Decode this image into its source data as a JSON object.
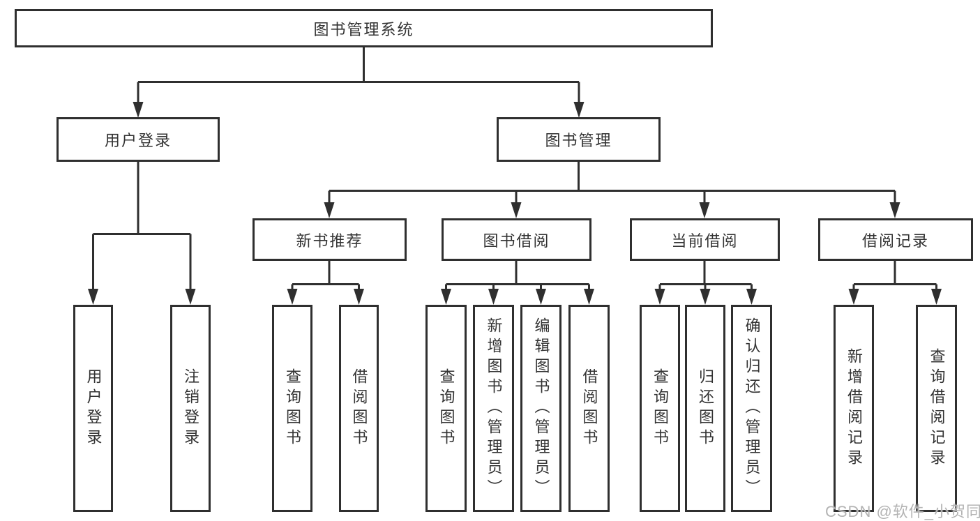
{
  "diagram_title": "图书管理系统",
  "tree": {
    "label": "图书管理系统",
    "children": [
      {
        "label": "用户登录",
        "children": [
          {
            "label": "用户登录"
          },
          {
            "label": "注销登录"
          }
        ]
      },
      {
        "label": "图书管理",
        "children": [
          {
            "label": "新书推荐",
            "children": [
              {
                "label": "查询图书"
              },
              {
                "label": "借阅图书"
              }
            ]
          },
          {
            "label": "图书借阅",
            "children": [
              {
                "label": "查询图书"
              },
              {
                "label": "新增图书（管理员）"
              },
              {
                "label": "编辑图书（管理员）"
              },
              {
                "label": "借阅图书"
              }
            ]
          },
          {
            "label": "当前借阅",
            "children": [
              {
                "label": "查询图书"
              },
              {
                "label": "归还图书"
              },
              {
                "label": "确认归还（管理员）"
              }
            ]
          },
          {
            "label": "借阅记录",
            "children": [
              {
                "label": "新增借阅记录"
              },
              {
                "label": "查询借阅记录"
              }
            ]
          }
        ]
      }
    ]
  },
  "watermark": "CSDN @软件_小贺同学",
  "colors": {
    "line": "#2f2f2f",
    "text": "#333333",
    "background": "#ffffff",
    "watermark": "#b3b3b3"
  }
}
